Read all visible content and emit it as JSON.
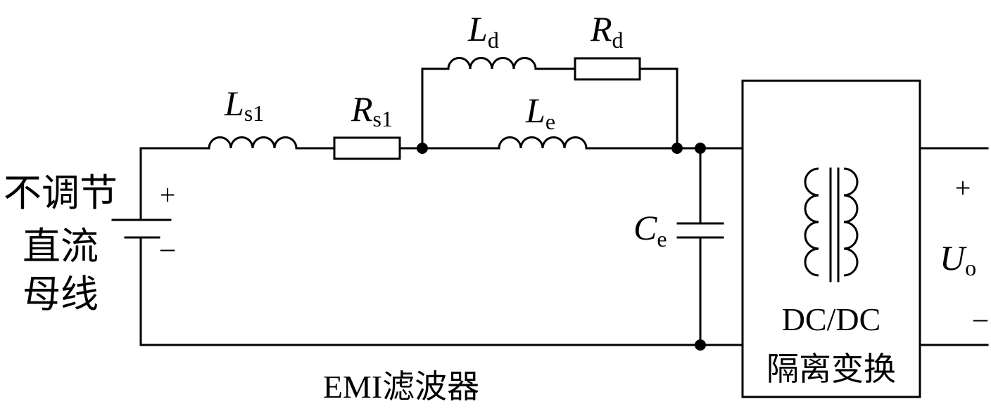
{
  "source": {
    "label_lines": [
      "不调节",
      "直流",
      "母线"
    ],
    "plus": "+",
    "minus": "–"
  },
  "components": {
    "Ls1": {
      "main": "L",
      "sub": "s1"
    },
    "Rs1": {
      "main": "R",
      "sub": "s1"
    },
    "Ld": {
      "main": "L",
      "sub": "d"
    },
    "Rd": {
      "main": "R",
      "sub": "d"
    },
    "Le": {
      "main": "L",
      "sub": "e"
    },
    "Ce": {
      "main": "C",
      "sub": "e"
    }
  },
  "filter_label": "EMI滤波器",
  "converter": {
    "line1": "DC/DC",
    "line2": "隔离变换"
  },
  "output": {
    "plus": "+",
    "minus": "–",
    "main": "U",
    "sub": "o"
  }
}
